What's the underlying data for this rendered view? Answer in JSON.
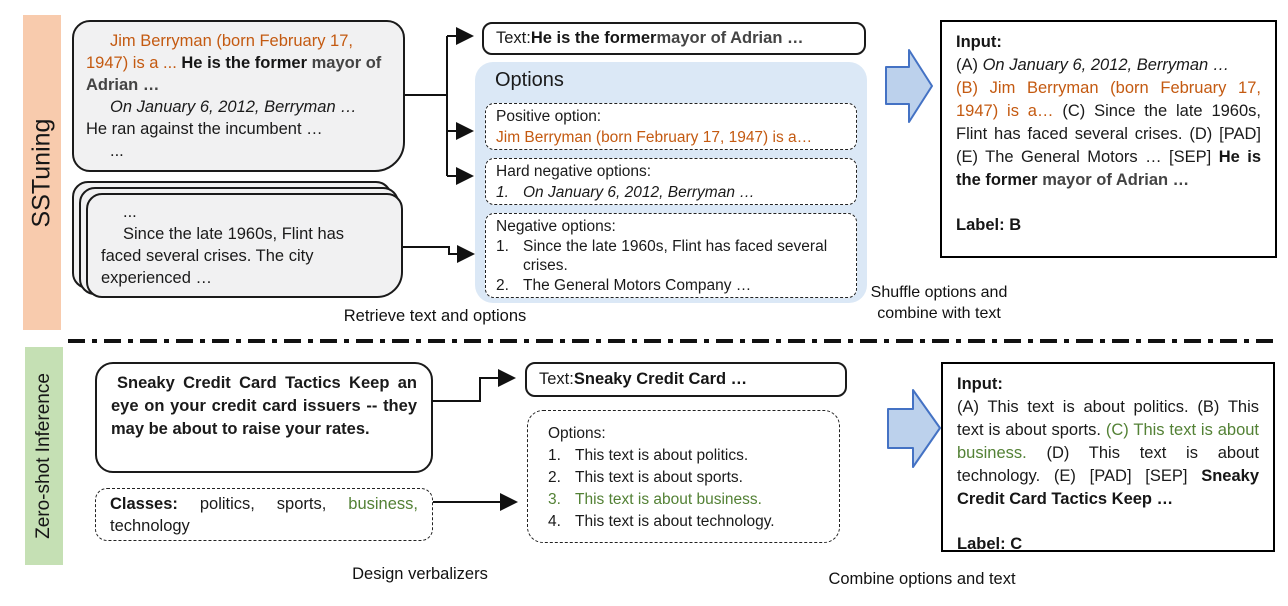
{
  "colors": {
    "orange_text": "#C45A11",
    "green_text": "#538135",
    "strip_orange": "#F8CBAD",
    "strip_green": "#C5E0B4",
    "options_bg": "#DBE8F6",
    "arrow_fill": "#BCD1EC",
    "arrow_stroke": "#4472C4"
  },
  "sstuning": {
    "label": "SSTuning",
    "doc1": {
      "highlight_orange": "Jim Berryman (born February 17, 1947) is a ... ",
      "bold_black": "He is the former",
      "bold_gray": " mayor of Adrian …",
      "line2_italic": "On January 6, 2012, Berryman …",
      "line3": "He ran against the incumbent …",
      "dots": "..."
    },
    "doc2": {
      "dots": "...",
      "text": "Since the late 1960s, Flint has faced several crises. The city experienced …"
    },
    "text_box": {
      "prefix": "Text: ",
      "bold": "He is the former",
      "bold_gray": " mayor of Adrian …"
    },
    "options": {
      "title": "Options",
      "positive": {
        "label": "Positive option:",
        "value": "Jim Berryman (born February 17, 1947) is a…"
      },
      "hard_negative": {
        "label": "Hard negative options:",
        "items": [
          {
            "n": "1.",
            "text": "On January 6, 2012, Berryman …"
          }
        ]
      },
      "negative": {
        "label": "Negative options:",
        "items": [
          {
            "n": "1.",
            "text": "Since the late 1960s, Flint has faced several crises."
          },
          {
            "n": "2.",
            "text": "The General Motors Company …"
          }
        ]
      }
    },
    "caption_retrieve": "Retrieve text and options",
    "caption_shuffle_line1": "Shuffle options and",
    "caption_shuffle_line2": "combine with text",
    "input_box": {
      "title": "Input:",
      "segA_prefix": "(A) ",
      "segA_italic": "On January 6, 2012, Berryman …",
      "segB_orange": "(B) Jim Berryman (born February 17, 1947) is a… ",
      "segC": "(C) Since the late 1960s, Flint has faced several crises. (D) [PAD] (E) The General Motors … [SEP] ",
      "seg_bold": "He is the former",
      "seg_bold_gray": " mayor of Adrian …",
      "label_label": "Label: ",
      "label_value": "B"
    }
  },
  "zeroshot": {
    "label": "Zero-shot Inference",
    "doc": "Sneaky Credit Card Tactics Keep an eye on your credit card issuers -- they may be about to raise your rates.",
    "classes": {
      "label": "Classes:",
      "pre": " politics, sports, ",
      "highlight": "business,",
      "post": " technology"
    },
    "text_box": {
      "prefix": "Text: ",
      "bold": "Sneaky Credit Card …"
    },
    "options": {
      "label": "Options:",
      "items": [
        {
          "n": "1.",
          "text": "This text is about politics."
        },
        {
          "n": "2.",
          "text": "This text is about sports."
        },
        {
          "n": "3.",
          "text": "This text is about business."
        },
        {
          "n": "4.",
          "text": "This text is about technology."
        }
      ]
    },
    "caption_design": "Design verbalizers",
    "caption_combine": "Combine options and text",
    "input_box": {
      "title": "Input:",
      "seg1": "(A) This text is about politics. (B) This text is about sports. ",
      "seg_green": "(C) This text is about business. ",
      "seg2": "(D) This text is about technology. (E) [PAD] [SEP] ",
      "seg_bold": "Sneaky Credit Card Tactics Keep …",
      "label_label": "Label: ",
      "label_value": "C"
    }
  }
}
